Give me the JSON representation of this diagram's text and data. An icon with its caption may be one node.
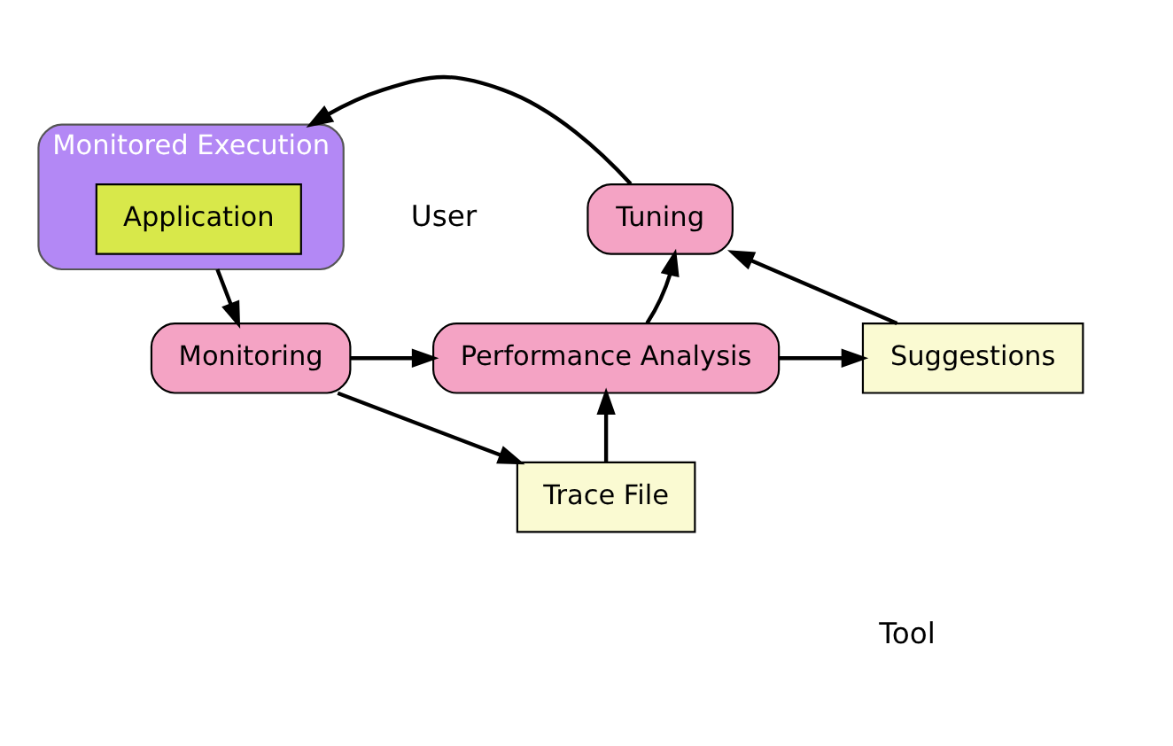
{
  "diagram": {
    "nodes": [
      {
        "text": [
          "Monitored Execution"
        ]
      },
      {
        "text": [
          "Application"
        ],
        "in": 0
      },
      {
        "text": [
          "Tuning"
        ]
      },
      {
        "text": [
          "Monitoring"
        ]
      },
      {
        "text": [
          "Performance Analysis"
        ]
      },
      {
        "text": [
          "Suggestions"
        ]
      },
      {
        "text": [
          "Trace File"
        ]
      }
    ],
    "edges": [
      {
        "from": 0,
        "to": 3,
        "arrow": "to"
      },
      {
        "from": 3,
        "to": 4,
        "arrow": "to"
      },
      {
        "from": 3,
        "to": 6,
        "arrow": "to"
      },
      {
        "from": 6,
        "to": 4,
        "arrow": "to"
      },
      {
        "from": 4,
        "to": 5,
        "arrow": "to"
      },
      {
        "from": 4,
        "to": 2,
        "arrow": "to"
      },
      {
        "from": 5,
        "to": 2,
        "arrow": "to"
      },
      {
        "from": 2,
        "to": 0,
        "arrow": "to"
      }
    ],
    "labels": [
      "User",
      "Tool"
    ]
  }
}
